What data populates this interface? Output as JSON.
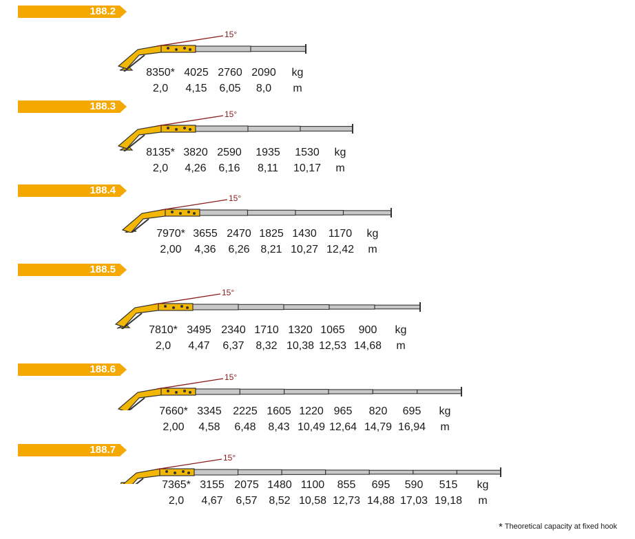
{
  "colors": {
    "accent": "#f5a800",
    "boom_yellow": "#f2b705",
    "angle_line": "#8b1a1a",
    "boom_grey": "#c8c8c8"
  },
  "angle_label": "15°",
  "models": [
    {
      "name": "188.2",
      "loads": [
        "8350*",
        "4025",
        "2760",
        "2090"
      ],
      "load_unit": "kg",
      "reaches": [
        "2,0",
        "4,15",
        "6,05",
        "8,0"
      ],
      "reach_unit": "m",
      "extensions": 2
    },
    {
      "name": "188.3",
      "loads": [
        "8135*",
        "3820",
        "2590",
        "1935",
        "1530"
      ],
      "load_unit": "kg",
      "reaches": [
        "2,0",
        "4,26",
        "6,16",
        "8,11",
        "10,17"
      ],
      "reach_unit": "m",
      "extensions": 3
    },
    {
      "name": "188.4",
      "loads": [
        "7970*",
        "3655",
        "2470",
        "1825",
        "1430",
        "1170"
      ],
      "load_unit": "kg",
      "reaches": [
        "2,00",
        "4,36",
        "6,26",
        "8,21",
        "10,27",
        "12,42"
      ],
      "reach_unit": "m",
      "extensions": 4
    },
    {
      "name": "188.5",
      "loads": [
        "7810*",
        "3495",
        "2340",
        "1710",
        "1320",
        "1065",
        "900"
      ],
      "load_unit": "kg",
      "reaches": [
        "2,0",
        "4,47",
        "6,37",
        "8,32",
        "10,38",
        "12,53",
        "14,68"
      ],
      "reach_unit": "m",
      "extensions": 5
    },
    {
      "name": "188.6",
      "loads": [
        "7660*",
        "3345",
        "2225",
        "1605",
        "1220",
        "965",
        "820",
        "695"
      ],
      "load_unit": "kg",
      "reaches": [
        "2,00",
        "4,58",
        "6,48",
        "8,43",
        "10,49",
        "12,64",
        "14,79",
        "16,94"
      ],
      "reach_unit": "m",
      "extensions": 6
    },
    {
      "name": "188.7",
      "loads": [
        "7365*",
        "3155",
        "2075",
        "1480",
        "1100",
        "855",
        "695",
        "590",
        "515"
      ],
      "load_unit": "kg",
      "reaches": [
        "2,0",
        "4,67",
        "6,57",
        "8,52",
        "10,58",
        "12,73",
        "14,88",
        "17,03",
        "19,18"
      ],
      "reach_unit": "m",
      "extensions": 7
    }
  ],
  "footnote": {
    "star": "*",
    "text": " Theoretical capacity at fixed hook"
  }
}
